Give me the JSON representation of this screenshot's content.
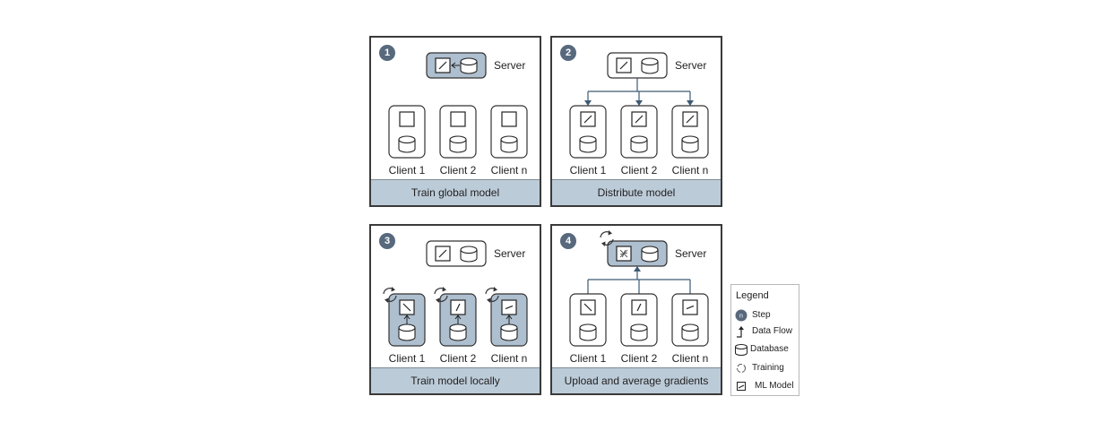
{
  "colors": {
    "panel_border": "#3a3a3a",
    "caption_bg": "#bccbd8",
    "highlight_box": "#aebfcf",
    "step_badge": "#58697d",
    "arrow": "#3d5a73"
  },
  "panels": [
    {
      "step": "1",
      "caption": "Train global model",
      "server_label": "Server",
      "server_highlighted": true,
      "server_model": "slash",
      "server_flow": "database-to-model",
      "clients": [
        {
          "label": "Client 1",
          "model": "empty",
          "highlighted": false
        },
        {
          "label": "Client 2",
          "model": "empty",
          "highlighted": false
        },
        {
          "label": "Client n",
          "model": "empty",
          "highlighted": false
        }
      ]
    },
    {
      "step": "2",
      "caption": "Distribute model",
      "server_label": "Server",
      "server_highlighted": false,
      "server_model": "slash",
      "flow": "server-to-clients",
      "clients": [
        {
          "label": "Client 1",
          "model": "slash",
          "highlighted": false
        },
        {
          "label": "Client 2",
          "model": "slash",
          "highlighted": false
        },
        {
          "label": "Client n",
          "model": "slash",
          "highlighted": false
        }
      ]
    },
    {
      "step": "3",
      "caption": "Train model locally",
      "server_label": "Server",
      "server_highlighted": false,
      "server_model": "slash",
      "flow": "client-database-to-model",
      "clients": [
        {
          "label": "Client 1",
          "model": "backslash",
          "highlighted": true,
          "training": true
        },
        {
          "label": "Client 2",
          "model": "steep",
          "highlighted": true,
          "training": true
        },
        {
          "label": "Client n",
          "model": "shallow",
          "highlighted": true,
          "training": true
        }
      ]
    },
    {
      "step": "4",
      "caption": "Upload and average gradients",
      "server_label": "Server",
      "server_highlighted": true,
      "server_training": true,
      "server_model": "averaged",
      "flow": "clients-to-server",
      "clients": [
        {
          "label": "Client 1",
          "model": "backslash",
          "highlighted": false
        },
        {
          "label": "Client 2",
          "model": "steep",
          "highlighted": false
        },
        {
          "label": "Client n",
          "model": "shallow",
          "highlighted": false
        }
      ]
    }
  ],
  "legend": {
    "title": "Legend",
    "items": [
      {
        "icon": "step-badge-icon",
        "badge_text": "n",
        "label": "Step"
      },
      {
        "icon": "data-flow-arrow-icon",
        "label": "Data Flow"
      },
      {
        "icon": "database-icon",
        "label": "Database"
      },
      {
        "icon": "training-cycle-icon",
        "label": "Training"
      },
      {
        "icon": "ml-model-icon",
        "label": "ML Model"
      }
    ]
  }
}
